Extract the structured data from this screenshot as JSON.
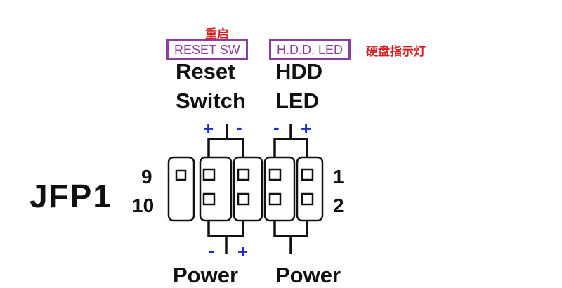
{
  "labels": {
    "reset_cn": "重启",
    "reset_box": "RESET SW",
    "hdd_box": "H.D.D. LED",
    "hdd_cn": "硬盘指示灯",
    "reset_line1": "Reset",
    "reset_line2": "Switch",
    "hdd_line1": "HDD",
    "hdd_line2": "LED",
    "header_name": "JFP1",
    "pin9": "9",
    "pin10": "10",
    "pin1": "1",
    "pin2": "2",
    "power_left": "Power",
    "power_right": "Power"
  },
  "polarity": {
    "reset_plus": "+",
    "reset_minus": "-",
    "hdd_minus": "-",
    "hdd_plus": "+",
    "power_minus": "-",
    "power_plus": "+"
  },
  "colors": {
    "box_label": "#8a3fa0",
    "chinese_label": "#d42020",
    "polarity_sign": "#1a2bd0"
  }
}
